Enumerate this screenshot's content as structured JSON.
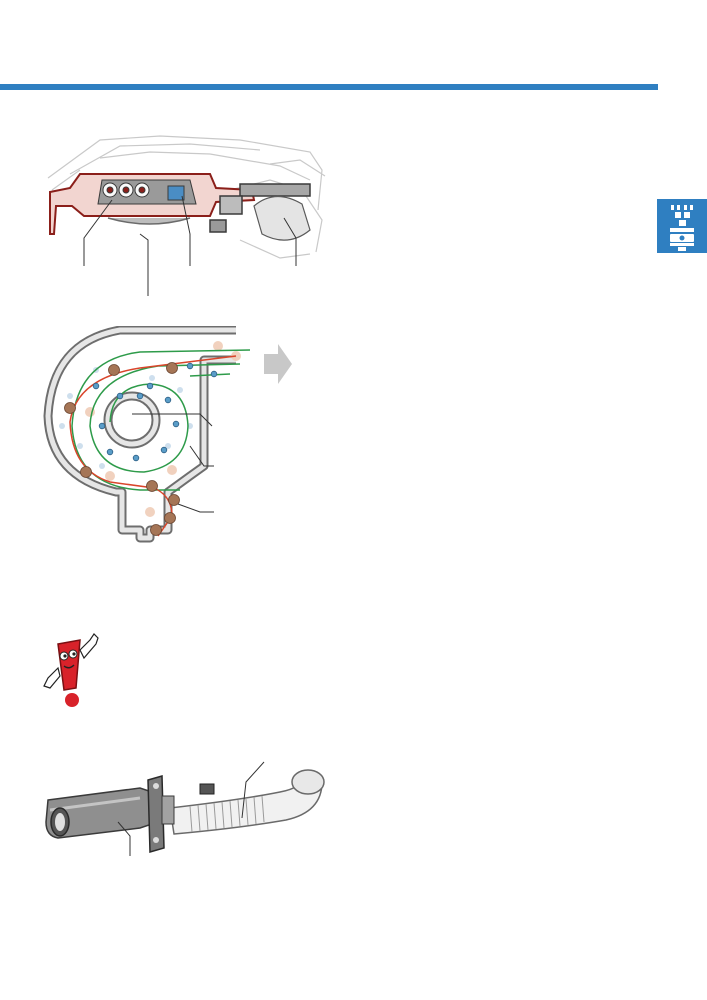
{
  "colors": {
    "accent_blue": "#2f7fc1",
    "flow_green": "#2e9b4a",
    "flow_red": "#d9452b",
    "oil_droplet": "#a57556",
    "gas_particle": "#5a9dc8",
    "warning_red": "#d8222a"
  },
  "icons": {
    "side_tab": "engine-piston-icon",
    "warning": "warning-figure-icon"
  },
  "figures": [
    {
      "name": "engine-cylinder-head-cutaway",
      "labels": []
    },
    {
      "name": "cyclone-oil-separator-diagram",
      "labels": []
    },
    {
      "name": "warning-note-mascot",
      "labels": []
    },
    {
      "name": "breather-hose-assembly",
      "labels": []
    }
  ]
}
